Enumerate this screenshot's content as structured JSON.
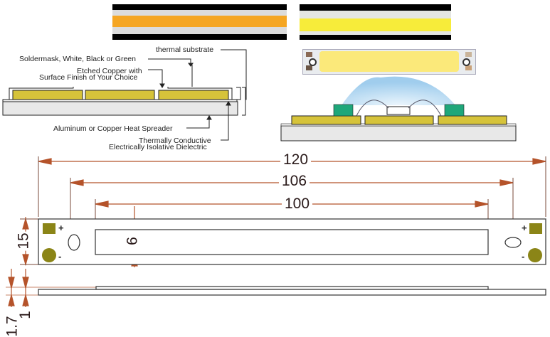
{
  "photos": {
    "warm_strip": {
      "label": "warm-white COB LED strip photo",
      "led_color": "#f5a623"
    },
    "cool_strip": {
      "label": "cool-white COB LED strip photo",
      "led_color": "#f7ec3a"
    },
    "cob_module": {
      "label": "COB LED module photo",
      "led_color": "#fbe97a"
    }
  },
  "cross_section": {
    "labels": {
      "thermal_substrate": "thermal substrate",
      "soldermask": "Soldermask, White, Black or Green",
      "copper_line1": "Etched Copper with",
      "copper_line2": "Surface Finish of Your Choice",
      "heat_spreader": "Aluminum or Copper Heat Spreader",
      "dielectric_line1": "Thermally Conductive",
      "dielectric_line2": "Electrically Isolative Dielectric"
    },
    "colors": {
      "copper": "#d6c33a",
      "substrate": "#e8e8e8",
      "pad_green": "#1fa77a",
      "dome": "#a9d3ef"
    }
  },
  "dimensions": {
    "overall_length": "120",
    "hole_spacing": "106",
    "led_area_length": "100",
    "board_width": "15",
    "led_area_width": "9",
    "total_thickness": "1.7",
    "board_thickness": "1",
    "arrow_color": "#b5532a"
  },
  "board": {
    "plus_sign": "+",
    "minus_sign": "-",
    "pad_color": "#8b8517"
  }
}
